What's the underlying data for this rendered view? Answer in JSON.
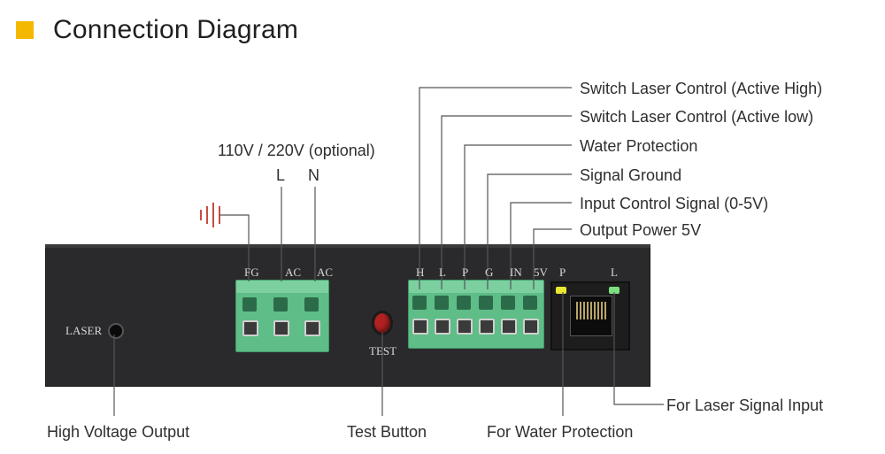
{
  "header": {
    "title": "Connection Diagram",
    "accent_color": "#f5b800"
  },
  "power_input": {
    "voltage_label": "110V / 220V (optional)",
    "l_label": "L",
    "n_label": "N"
  },
  "terminals": {
    "right_labels": [
      "Switch Laser Control (Active High)",
      "Switch Laser Control (Active low)",
      "Water Protection",
      "Signal Ground",
      "Input Control Signal (0-5V)",
      "Output Power 5V"
    ]
  },
  "panel_markings": {
    "laser": "LASER",
    "fg": "FG",
    "ac1": "AC",
    "ac2": "AC",
    "test": "TEST",
    "pins": [
      "H",
      "L",
      "P",
      "G",
      "IN",
      "5V"
    ],
    "p": "P",
    "l": "L"
  },
  "bottom_labels": {
    "high_voltage": "High Voltage Output",
    "test_button": "Test Button",
    "water_protection": "For Water Protection",
    "laser_signal": "For Laser Signal Input"
  },
  "colors": {
    "terminal_green": "#5fbd87",
    "device_black": "#2a2a2c",
    "led_yellow": "#e8e830",
    "led_green": "#7de07d",
    "ground_red": "#c0392b",
    "test_button_red": "#b22222"
  }
}
